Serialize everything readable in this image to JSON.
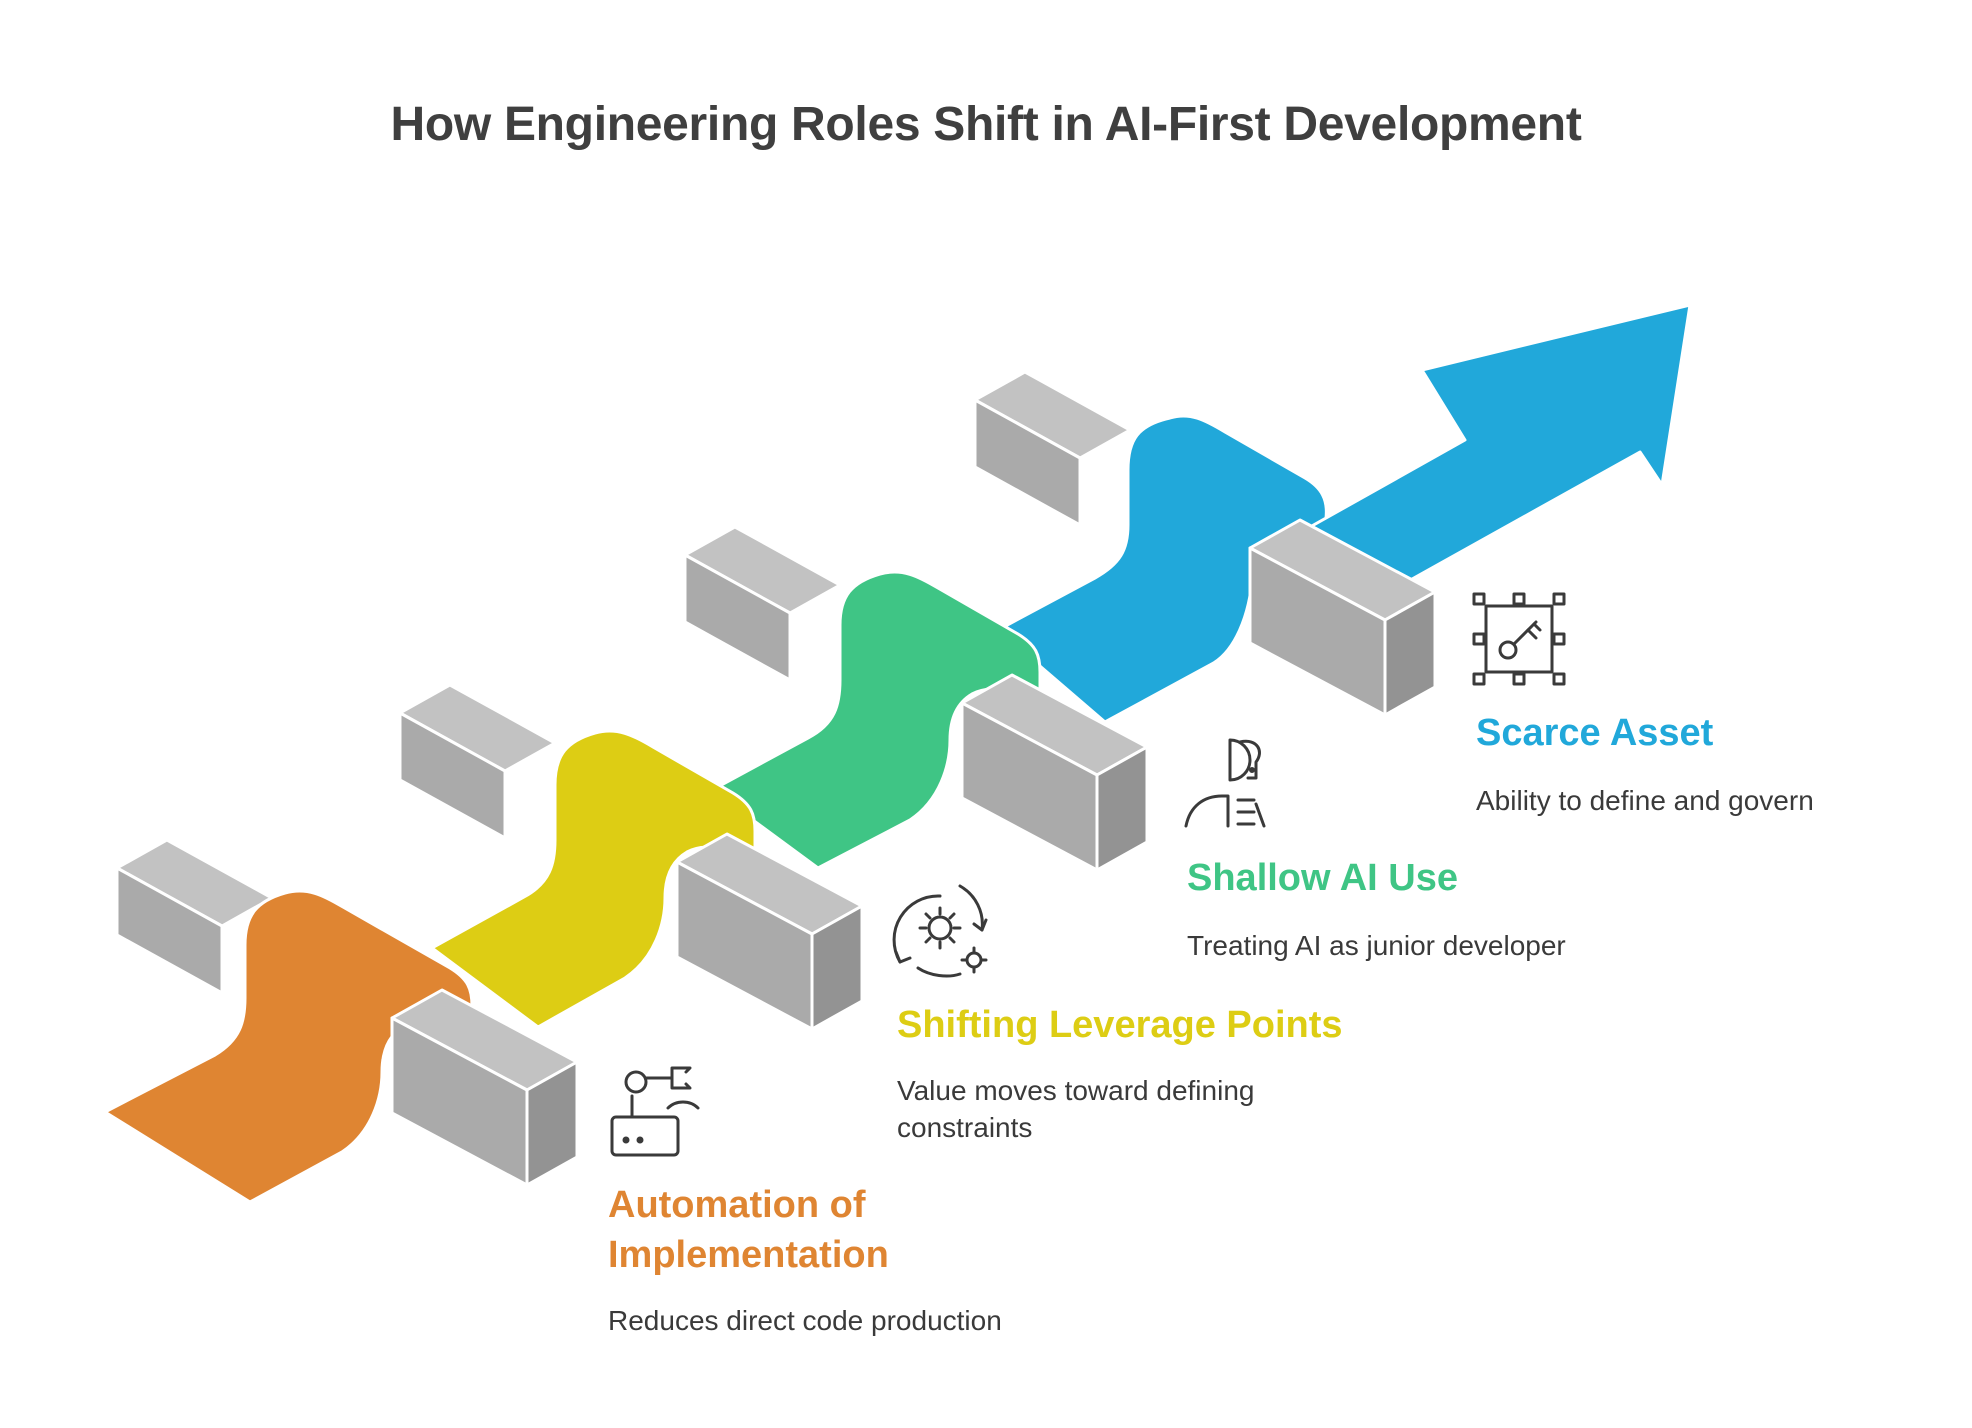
{
  "title": "How Engineering Roles Shift in AI-First Development",
  "colors": {
    "title": "#3f3f3f",
    "orange": "#df8532",
    "yellow": "#ddcd14",
    "green": "#3fc585",
    "blue": "#21a8da",
    "block_light": "#aaaaaa",
    "block_dark": "#939393",
    "block_top": "#c2c2c2",
    "icon_stroke": "#3a3a3a"
  },
  "steps": [
    {
      "heading": "Automation of Implementation",
      "heading_lines": [
        "Automation of",
        "Implementation"
      ],
      "description": "Reduces direct code production",
      "color": "#df8532",
      "icon": "robot-arm-icon"
    },
    {
      "heading": "Shifting Leverage Points",
      "description_lines": [
        "Value moves toward defining",
        "constraints"
      ],
      "color": "#ddcd14",
      "icon": "gears-cycle-icon"
    },
    {
      "heading": "Shallow AI Use",
      "description": "Treating AI as junior developer",
      "color": "#3fc585",
      "icon": "ai-person-icon"
    },
    {
      "heading": "Scarce Asset",
      "description": "Ability to define and govern",
      "color": "#21a8da",
      "icon": "key-chip-icon"
    }
  ]
}
